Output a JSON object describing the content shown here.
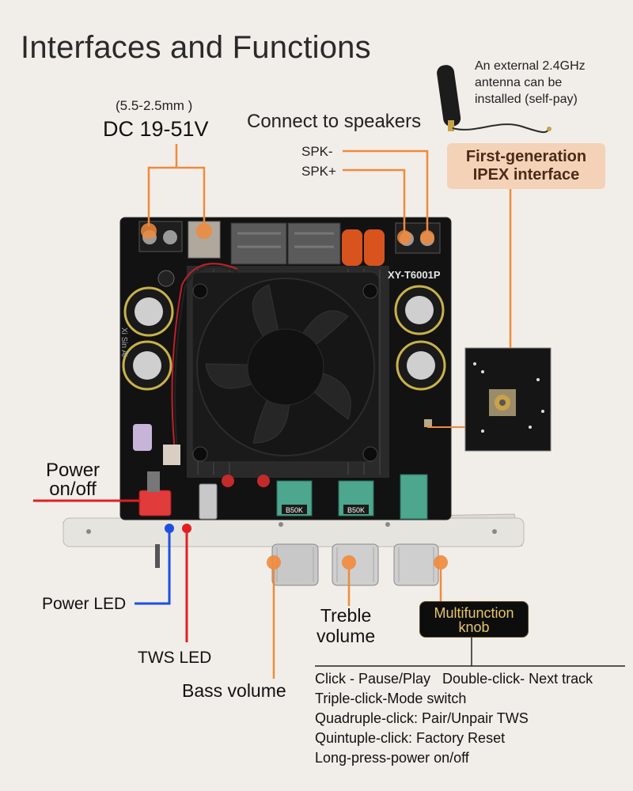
{
  "title": "Interfaces and Functions",
  "dc_input": {
    "dimension": "(5.5-2.5mm )",
    "voltage": "DC 19-51V"
  },
  "speakers": {
    "heading": "Connect to speakers",
    "negative": "SPK-",
    "positive": "SPK+"
  },
  "antenna_note": [
    "An external 2.4GHz",
    "antenna can be",
    "installed (self-pay)"
  ],
  "ipex": [
    "First-generation",
    "IPEX interface"
  ],
  "board_model": "XY-T6001P",
  "board_silk": "Xi Sin Ai",
  "pot_labels": [
    "B50K",
    "B50K"
  ],
  "power_switch": [
    "Power",
    "on/off"
  ],
  "power_led": "Power LED",
  "tws_led": "TWS LED",
  "bass_volume": "Bass volume",
  "treble_volume": [
    "Treble",
    "volume"
  ],
  "multifunction_knob": [
    "Multifunction",
    "knob"
  ],
  "knob_functions": [
    "Click - Pause/Play   Double-click- Next track",
    "Triple-click-Mode switch",
    "Quadruple-click: Pair/Unpair TWS",
    "Quintuple-click: Factory Reset",
    "Long-press-power on/off"
  ],
  "colors": {
    "accent_orange": "#f08a3c",
    "red_line": "#e02020",
    "blue_line": "#1f4fe0",
    "ipex_bg": "#f4d2b8"
  }
}
